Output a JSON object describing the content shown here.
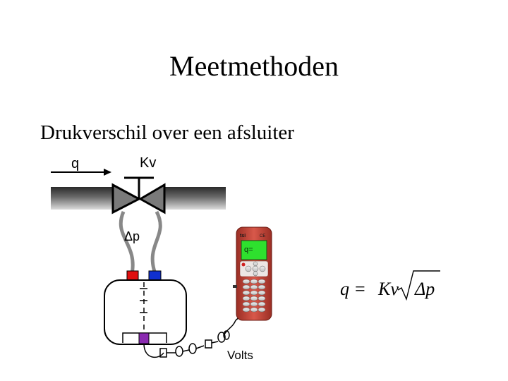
{
  "slide": {
    "title": "Meetmethoden",
    "subtitle": "Drukverschil over een afsluiter"
  },
  "diagram": {
    "flow_label": "q",
    "valve_label": "Kv",
    "dp_label": "Δp",
    "volts_label": "Volts",
    "meter_brand": "tsi",
    "meter_mark": "CE",
    "meter_screen_text": "q=",
    "formula": {
      "lhs": "q",
      "equals": "=",
      "coef": "Kv",
      "radicand": "Δp"
    }
  },
  "colors": {
    "pipe": "#555555",
    "valve": "#777777",
    "port_high": "#e01010",
    "port_low": "#1030d0",
    "meter_body": "#c8483a",
    "meter_screen": "#2ee02e"
  }
}
